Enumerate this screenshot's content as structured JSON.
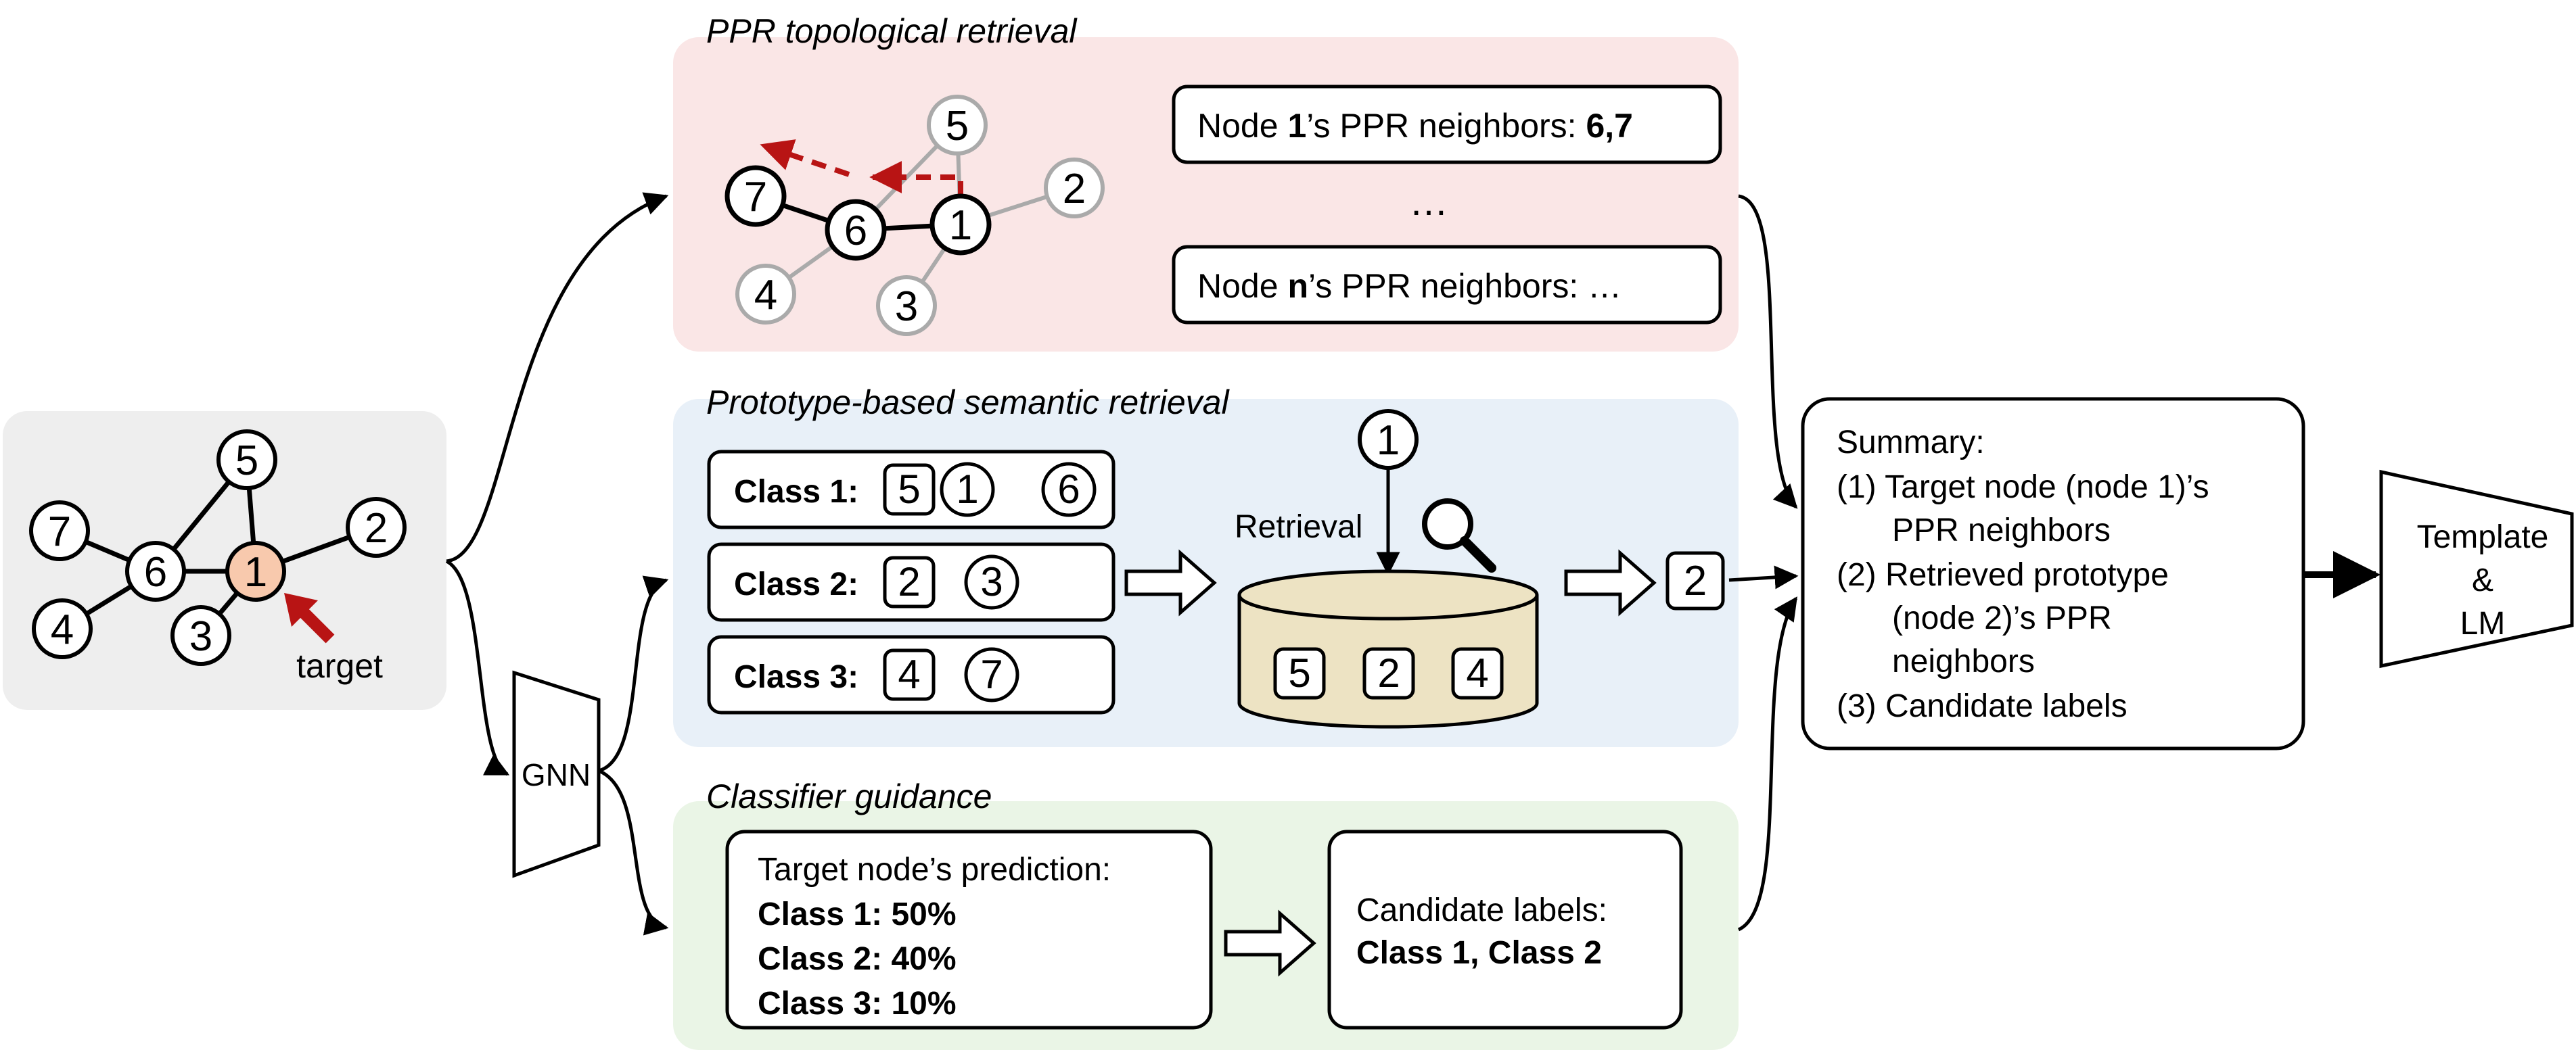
{
  "input_graph": {
    "nodes": [
      "5",
      "7",
      "6",
      "1",
      "2",
      "4",
      "3"
    ],
    "target_label": "target"
  },
  "ppr": {
    "title": "PPR topological retrieval",
    "nodes": [
      "5",
      "2",
      "7",
      "6",
      "1",
      "4",
      "3"
    ],
    "box1": {
      "prefix": "Node ",
      "bold": "1",
      "mid": "’s PPR neighbors: ",
      "values": "6,7"
    },
    "ellipsis": "…",
    "box2": {
      "prefix": "Node ",
      "bold": "n",
      "mid": "’s PPR neighbors: …"
    }
  },
  "semantic": {
    "title": "Prototype-based semantic retrieval",
    "classes": [
      {
        "label": "Class 1:",
        "items": [
          "5",
          "1",
          "6"
        ]
      },
      {
        "label": "Class 2:",
        "items": [
          "2",
          "3"
        ]
      },
      {
        "label": "Class 3:",
        "items": [
          "4",
          "7"
        ]
      }
    ],
    "query": "1",
    "retrieval_label": "Retrieval",
    "db_items": [
      "5",
      "2",
      "4"
    ],
    "result": "2"
  },
  "gnn_label": "GNN",
  "classifier": {
    "title": "Classifier guidance",
    "prediction_title": "Target node’s prediction:",
    "predictions": [
      "Class 1: 50%",
      "Class 2: 40%",
      "Class 3: 10%"
    ],
    "candidate_title": "Candidate labels:",
    "candidate_value": "Class 1, Class 2"
  },
  "summary": {
    "title": "Summary:",
    "lines": [
      "(1)  Target node (node 1)’s",
      "PPR neighbors",
      "(2)  Retrieved prototype",
      "(node 2)’s PPR",
      "neighbors",
      "(3)  Candidate labels"
    ]
  },
  "template_lm": {
    "line1": "Template",
    "line2": "&",
    "line3": "LM"
  }
}
